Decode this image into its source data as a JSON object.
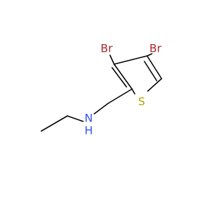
{
  "molecule": {
    "atoms": [
      {
        "id": "br1",
        "label": "Br",
        "color": "#A62929"
      },
      {
        "id": "br2",
        "label": "Br",
        "color": "#A62929"
      },
      {
        "id": "s",
        "label": "S",
        "color": "#B2A100"
      },
      {
        "id": "n",
        "label": "N",
        "color": "#3050F8"
      },
      {
        "id": "h",
        "label": "H",
        "color": "#3050F8"
      }
    ]
  }
}
